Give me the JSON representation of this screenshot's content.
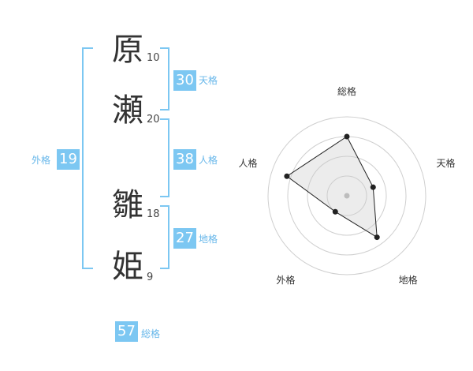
{
  "name": {
    "chars": [
      {
        "char": "原",
        "strokes": "10"
      },
      {
        "char": "瀬",
        "strokes": "20"
      },
      {
        "char": "雛",
        "strokes": "18"
      },
      {
        "char": "姫",
        "strokes": "9"
      }
    ]
  },
  "grid": {
    "tenkaku": {
      "value": "30",
      "label": "天格"
    },
    "jinkaku": {
      "value": "38",
      "label": "人格"
    },
    "chikaku": {
      "value": "27",
      "label": "地格"
    },
    "gaikaku": {
      "value": "19",
      "label": "外格"
    },
    "soukaku": {
      "value": "57",
      "label": "総格"
    }
  },
  "colors": {
    "accent": "#7cc7f2",
    "label": "#67b7ea",
    "text": "#333333"
  },
  "chart_data": {
    "type": "radar",
    "axes": [
      "総格",
      "天格",
      "地格",
      "外格",
      "人格"
    ],
    "values": [
      0.75,
      0.35,
      0.65,
      0.25,
      0.8
    ],
    "rings": 4,
    "max": 1
  }
}
